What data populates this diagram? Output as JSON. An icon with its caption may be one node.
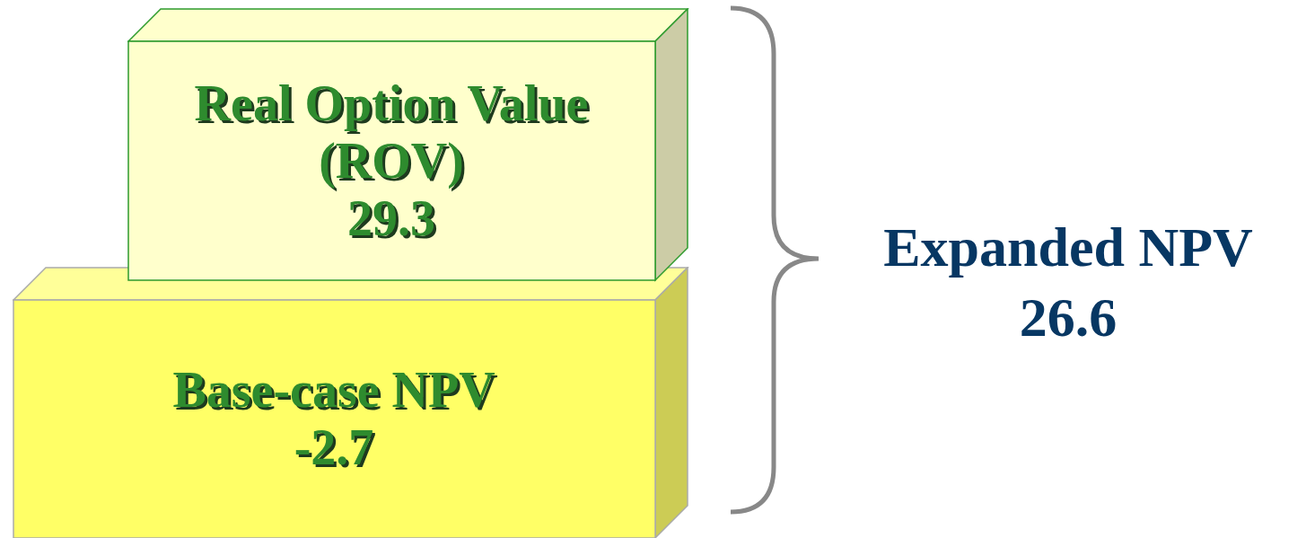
{
  "diagram": {
    "nodes": [
      {
        "text": [
          "Real Option Value (ROV)",
          "29.3"
        ]
      },
      {
        "text": [
          "Base-case NPV",
          "-2.7"
        ]
      }
    ],
    "labels": [
      "Expanded NPV",
      "26.6"
    ]
  }
}
